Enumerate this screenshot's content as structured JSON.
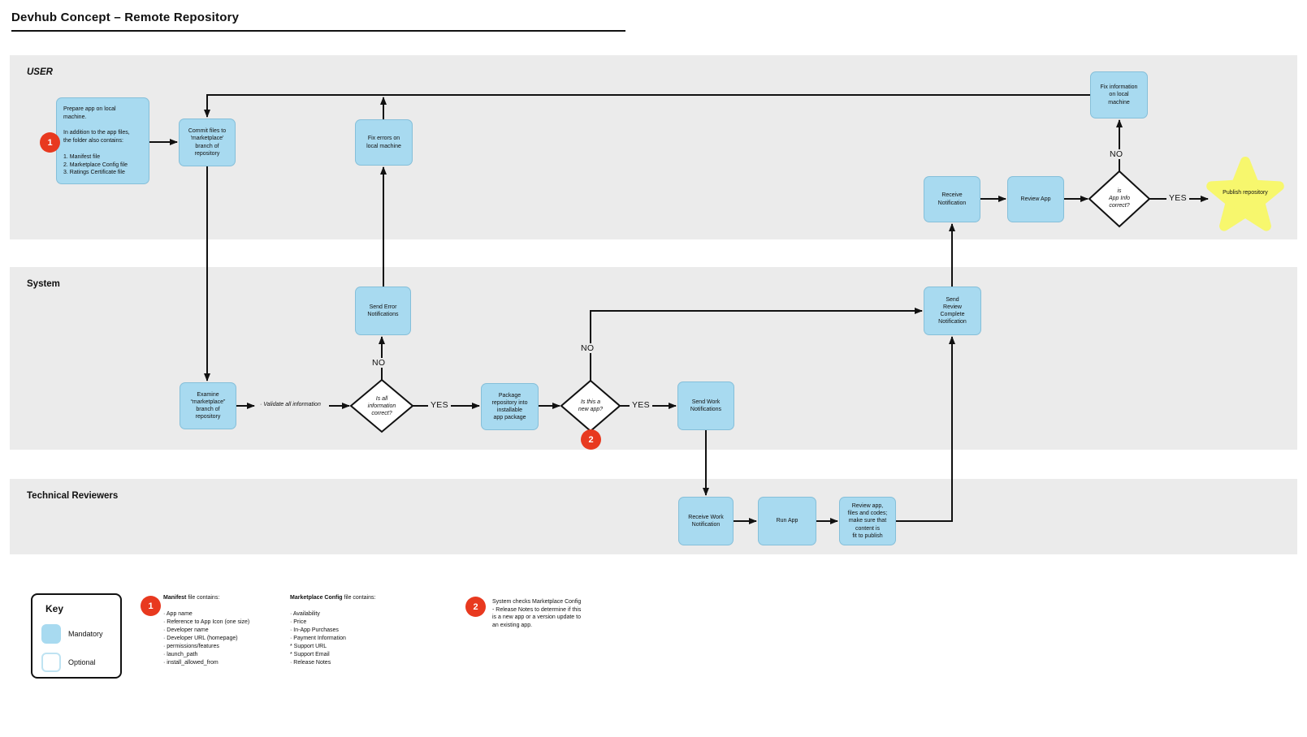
{
  "title": "Devhub Concept – Remote Repository",
  "lanes": {
    "user": "USER",
    "system": "System",
    "reviewers": "Technical Reviewers"
  },
  "decision_labels": {
    "yes": "YES",
    "no": "NO"
  },
  "badges": {
    "one": "1",
    "two": "2"
  },
  "nodes": {
    "prepare_note": "Prepare app on local\nmachine.\n\nIn addition to the app files,\nthe folder also contains:\n\n1. Manifest file\n2. Marketplace Config file\n3. Ratings Certificate file",
    "commit": "Commit files to\n'marketplace'\nbranch of\nrepository",
    "fix_errors": "Fix errors on\nlocal machine",
    "fix_info": "Fix information\non local\nmachine",
    "receive_notification": "Receive\nNotification",
    "review_app": "Review App",
    "app_info_correct": "is\nApp Info\ncorrect?",
    "publish": "Publish\nrepository",
    "send_error": "Send Error\nNotifications",
    "examine": "Examine\n“marketplace”\nbranch of\nrepository",
    "validate": "· Validate all information",
    "info_correct": "Is all\ninformation\ncorrect?",
    "package": "Package\nrepository into\ninstallable\napp package",
    "new_app": "Is this a\nnew app?",
    "send_work": "Send Work\nNotifications",
    "send_review_complete": "Send\nReview\nComplete\nNotification",
    "receive_work": "Receive Work\nNotification",
    "run_app": "Run App",
    "review_files": "Review app,\nfiles and codes;\nmake sure that\ncontent is\nfit to publish"
  },
  "key": {
    "title": "Key",
    "mandatory": "Mandatory",
    "optional": "Optional"
  },
  "footnotes": {
    "manifest": {
      "bold": "Manifest",
      "rest": " file contains:",
      "items": [
        "· App name",
        "· Reference to App Icon (one size)",
        "· Developer name",
        "· Developer URL (homepage)",
        "· permissions/features",
        "· launch_path",
        "· install_allowed_from"
      ]
    },
    "marketplace": {
      "bold": "Marketplace Config",
      "rest": " file contains:",
      "items": [
        "· Availability",
        "· Price",
        "· In-App Purchases",
        "· Payment Information",
        "* Support URL",
        "* Support Email",
        "· Release Notes"
      ]
    },
    "note2": "System checks Marketplace Config\n- Release Notes to determine if this\nis a new app or a version update to\nan existing app."
  },
  "colors": {
    "box_fill": "#a8daf0",
    "lane_bg": "#ebebeb",
    "badge_red": "#e8391f",
    "star_yellow": "#f7f76d"
  }
}
